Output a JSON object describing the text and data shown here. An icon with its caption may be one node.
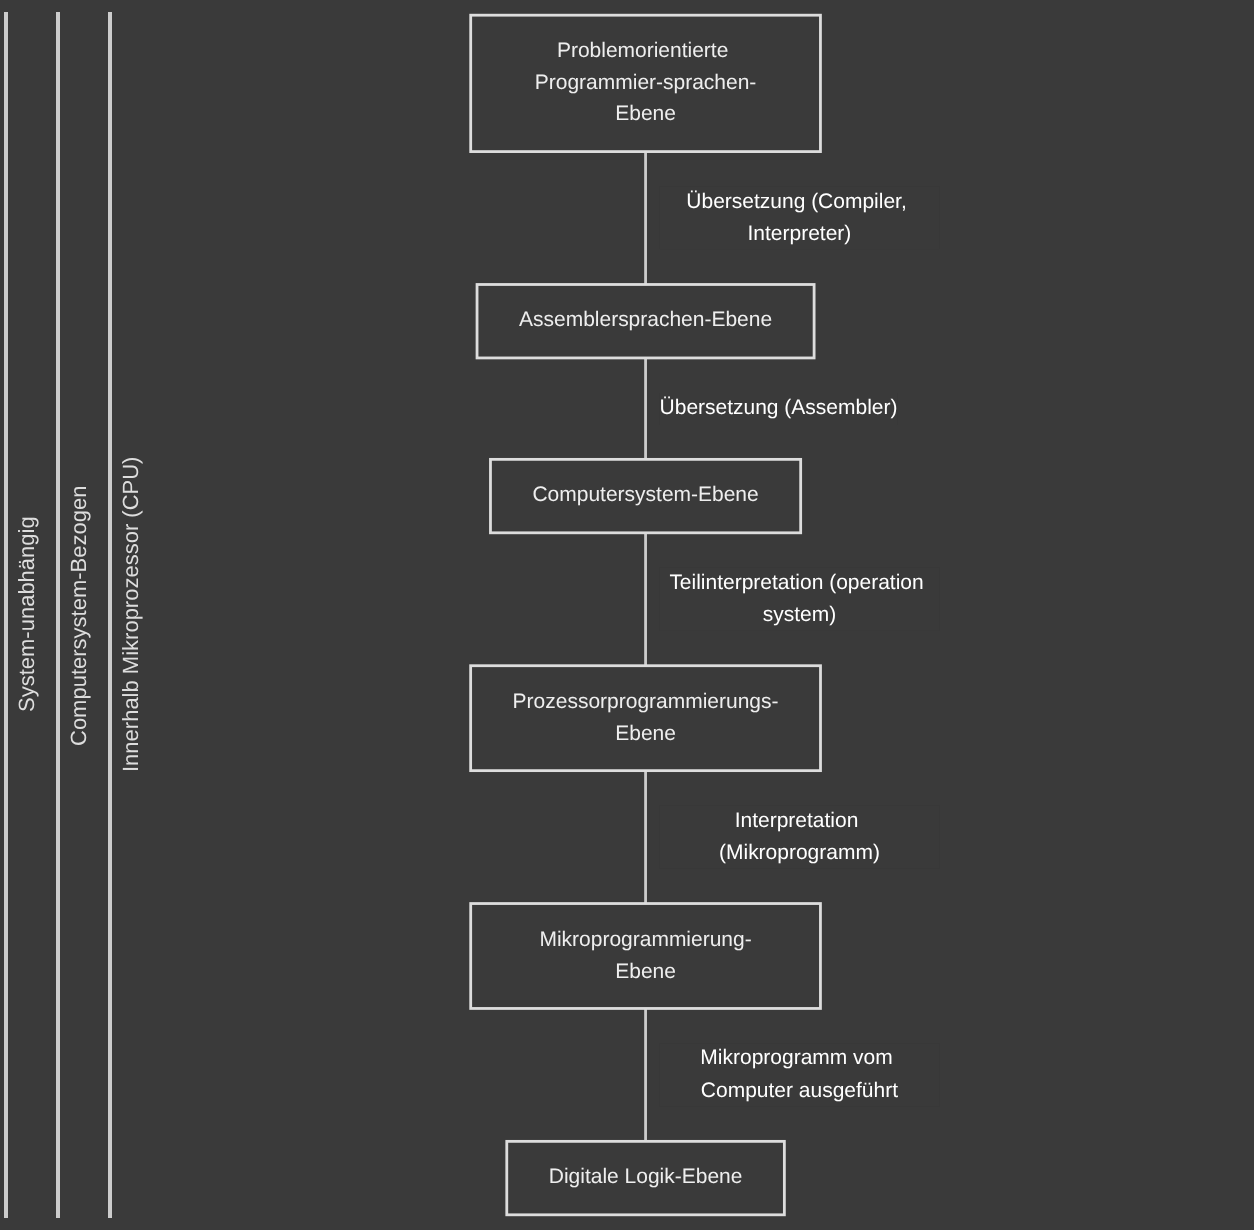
{
  "diagram": {
    "nodes": [
      {
        "text": [
          "Problemorientierte Programmier-sprachen-Ebene"
        ]
      },
      {
        "text": [
          "Assemblersprachen-Ebene"
        ]
      },
      {
        "text": [
          "Computersystem-Ebene"
        ]
      },
      {
        "text": [
          "Prozessorprogrammierungs-Ebene"
        ]
      },
      {
        "text": [
          "Mikroprogrammierung-Ebene"
        ]
      },
      {
        "text": [
          "Digitale Logik-Ebene"
        ]
      }
    ],
    "edges": [
      {
        "from": 0,
        "to": 1,
        "arrow": "none",
        "label": "Übersetzung (Compiler, Interpreter)"
      },
      {
        "from": 1,
        "to": 2,
        "arrow": "none",
        "label": "Übersetzung (Assembler)"
      },
      {
        "from": 2,
        "to": 3,
        "arrow": "none",
        "label": "Teilinterpretation (operation system)"
      },
      {
        "from": 3,
        "to": 4,
        "arrow": "none",
        "label": "Interpretation (Mikroprogramm)"
      },
      {
        "from": 4,
        "to": 5,
        "arrow": "none",
        "label": "Mikroprogramm vom Computer ausgeführt"
      }
    ],
    "labels": [
      "System-unabhängig",
      "Computersystem-Bezogen",
      "Innerhalb Mikroprozessor (CPU)"
    ]
  }
}
